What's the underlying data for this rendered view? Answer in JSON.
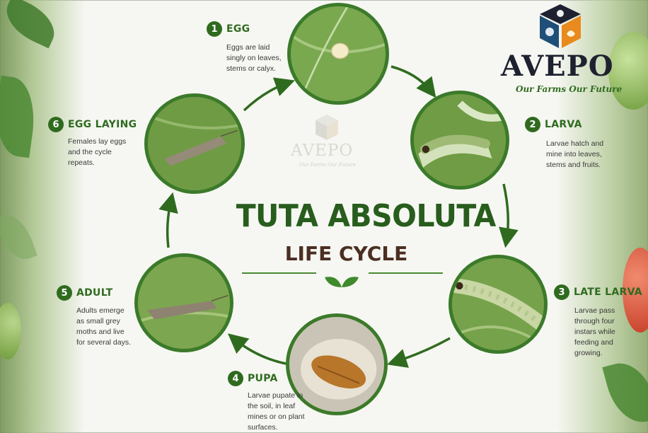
{
  "title": "TUTA ABSOLUTA",
  "subtitle": "LIFE CYCLE",
  "brand": {
    "name": "AVEPO",
    "tagline": "Our Farms Our Future"
  },
  "watermark": {
    "name": "AVEPO",
    "tagline": "Our Farms Our Future"
  },
  "stages": [
    {
      "number": "1",
      "title": "EGG",
      "description": [
        "Eggs are laid",
        "singly on leaves,",
        "stems or calyx."
      ],
      "icon": "egg-on-leaf"
    },
    {
      "number": "2",
      "title": "LARVA",
      "description": [
        "Larvae hatch and",
        "mine into leaves,",
        "stems and fruits."
      ],
      "icon": "larva-in-leaf-mine"
    },
    {
      "number": "3",
      "title": "LATE LARVA",
      "description": [
        "Larvae pass",
        "through four",
        "instars while",
        "feeding and",
        "growing."
      ],
      "icon": "late-larva"
    },
    {
      "number": "4",
      "title": "PUPA",
      "description": [
        "Larvae pupate in",
        "the soil, in leaf",
        "mines or on plant",
        "surfaces."
      ],
      "icon": "pupa-in-cocoon"
    },
    {
      "number": "5",
      "title": "ADULT",
      "description": [
        "Adults emerge",
        "as small grey",
        "moths and live",
        "for several days."
      ],
      "icon": "adult-moth"
    },
    {
      "number": "6",
      "title": "EGG LAYING",
      "description": [
        "Females lay eggs",
        "and the cycle",
        "repeats."
      ],
      "icon": "moth-laying-eggs"
    }
  ],
  "colors": {
    "primary_green": "#2f6b1f",
    "title_green": "#285d1d",
    "subtitle_brown": "#4b2e22",
    "brand_navy": "#1e2130"
  }
}
